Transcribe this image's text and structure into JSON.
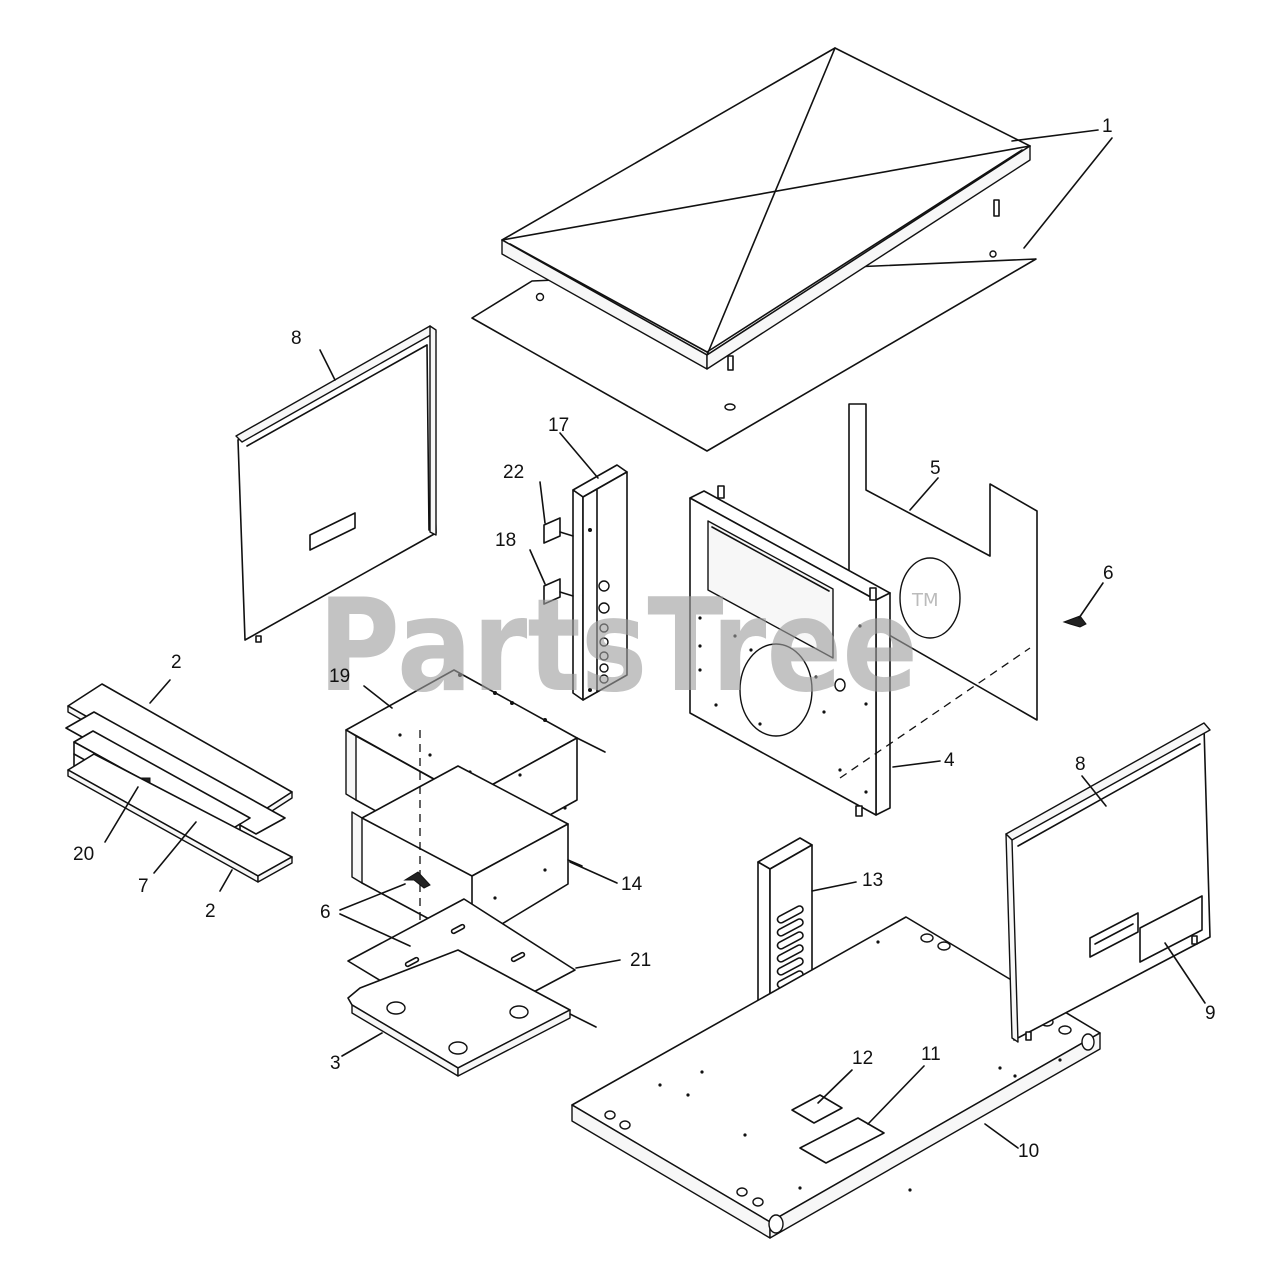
{
  "watermark": {
    "text": "PartsTree",
    "trademark": "TM"
  },
  "callouts": {
    "c1": "1",
    "c2a": "2",
    "c2b": "2",
    "c3": "3",
    "c4": "4",
    "c5": "5",
    "c6a": "6",
    "c6b": "6",
    "c7": "7",
    "c8a": "8",
    "c8b": "8",
    "c9": "9",
    "c10": "10",
    "c11": "11",
    "c12": "12",
    "c13": "13",
    "c14": "14",
    "c17": "17",
    "c18": "18",
    "c19": "19",
    "c20": "20",
    "c21": "21",
    "c22": "22"
  }
}
